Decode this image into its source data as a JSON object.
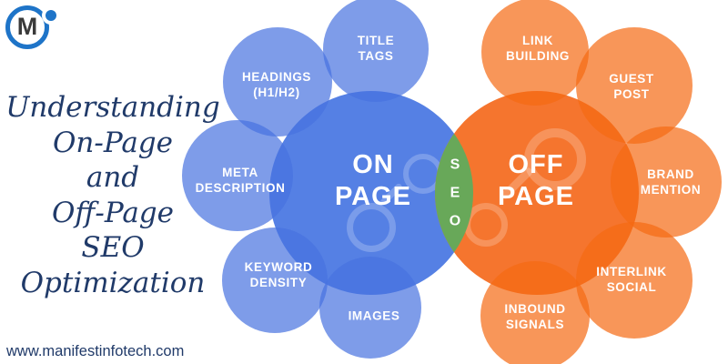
{
  "colors": {
    "navy": "#203a69",
    "logo_blue": "#1e74c8",
    "blue_main": "#5580e4",
    "blue_satellite": "rgba(71,114,224,0.7)",
    "orange_main": "#f5752e",
    "orange_satellite": "rgba(245,105,18,0.7)",
    "green": "#68a859",
    "label_white": "#ffffff"
  },
  "logo": {
    "letter": "M"
  },
  "title": {
    "text": "Understanding\nOn-Page\nand\nOff-Page\nSEO\nOptimization"
  },
  "footer": {
    "website": "www.manifestinfotech.com"
  },
  "diagram": {
    "overlap": {
      "label": "S\nE\nO"
    },
    "on_page": {
      "label": "ON\nPAGE",
      "satellites": [
        {
          "id": "title-tags",
          "label": "TITLE\nTAGS"
        },
        {
          "id": "headings",
          "label": "HEADINGS\n(H1/H2)"
        },
        {
          "id": "meta-description",
          "label": "META\nDESCRIPTION"
        },
        {
          "id": "keyword-density",
          "label": "KEYWORD\nDENSITY"
        },
        {
          "id": "images",
          "label": "IMAGES"
        }
      ]
    },
    "off_page": {
      "label": "OFF\nPAGE",
      "satellites": [
        {
          "id": "link-building",
          "label": "LINK\nBUILDING"
        },
        {
          "id": "guest-post",
          "label": "GUEST\nPOST"
        },
        {
          "id": "brand-mention",
          "label": "BRAND\nMENTION"
        },
        {
          "id": "interlink-social",
          "label": "INTERLINK\nSOCIAL"
        },
        {
          "id": "inbound-signals",
          "label": "INBOUND\nSIGNALS"
        }
      ]
    }
  }
}
